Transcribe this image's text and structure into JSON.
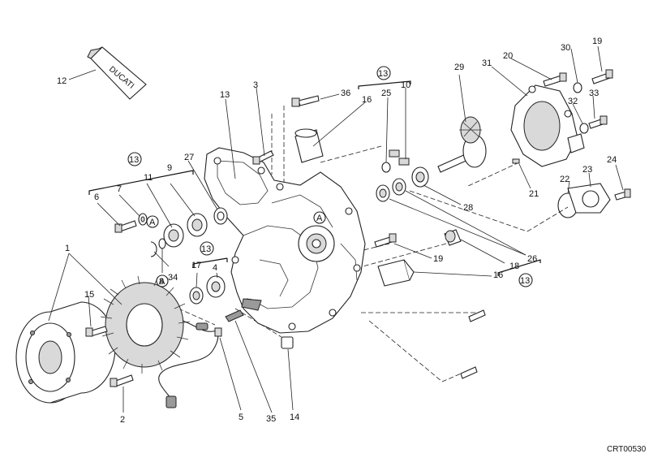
{
  "diagram": {
    "drawing_code": "CRT00530",
    "tube_brand": "DUCATI",
    "circle_letter": "A",
    "callouts": [
      "1",
      "2",
      "3",
      "4",
      "5",
      "6",
      "7",
      "8",
      "9",
      "10",
      "11",
      "12",
      "13",
      "13",
      "13",
      "13",
      "13",
      "14",
      "15",
      "16",
      "16",
      "16",
      "17",
      "18",
      "19",
      "19",
      "19",
      "20",
      "21",
      "22",
      "23",
      "24",
      "25",
      "26",
      "27",
      "28",
      "29",
      "30",
      "31",
      "32",
      "33",
      "34",
      "35",
      "36"
    ]
  }
}
